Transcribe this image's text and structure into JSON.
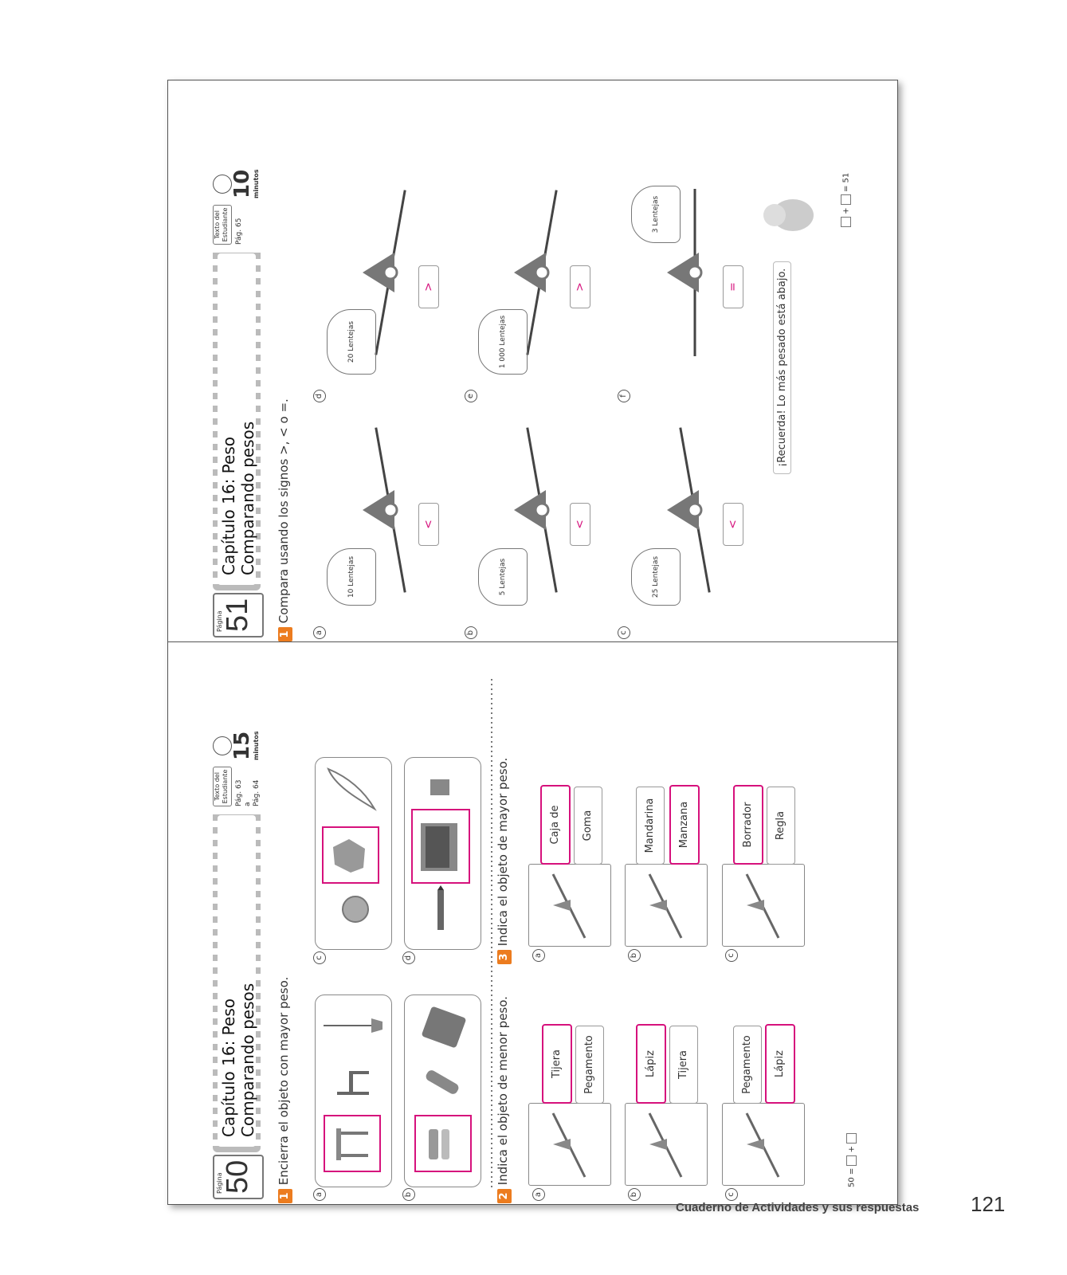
{
  "left_page": {
    "page_label": "Página",
    "page_number": "50",
    "chapter": "Capítulo 16: Peso",
    "subtitle": "Comparando pesos",
    "book_label": "Texto del Estudiante",
    "book_ref": [
      "Pág. 63",
      "a",
      "Pág. 64"
    ],
    "minutes": "15",
    "minutes_label": "minutos",
    "ex1": {
      "number": "1",
      "instruction": "Encierra el objeto con mayor peso.",
      "items": [
        "a",
        "b",
        "c",
        "d"
      ]
    },
    "ex2": {
      "number": "2",
      "instruction": "Indica el objeto de menor peso.",
      "rows": [
        {
          "letter": "a",
          "options": [
            "Tijera",
            "Pegamento"
          ],
          "selected": 0
        },
        {
          "letter": "b",
          "options": [
            "Lápiz",
            "Tijera"
          ],
          "selected": 0
        },
        {
          "letter": "c",
          "options": [
            "Pegamento",
            "Lápiz"
          ],
          "selected": 1
        }
      ]
    },
    "ex3": {
      "number": "3",
      "instruction": "Indica el objeto de mayor peso.",
      "rows": [
        {
          "letter": "a",
          "options": [
            "Caja de lápices",
            "Goma"
          ],
          "selected": 0
        },
        {
          "letter": "b",
          "options": [
            "Mandarina",
            "Manzana"
          ],
          "selected": 1
        },
        {
          "letter": "c",
          "options": [
            "Borrador",
            "Regla"
          ],
          "selected": 0
        }
      ]
    },
    "corner": [
      "50 =",
      "+"
    ]
  },
  "right_page": {
    "page_label": "Página",
    "page_number": "51",
    "chapter": "Capítulo 16: Peso",
    "subtitle": "Comparando pesos",
    "book_label": "Texto del Estudiante",
    "book_ref": [
      "Pág. 65"
    ],
    "minutes": "10",
    "minutes_label": "minutos",
    "ex1": {
      "number": "1",
      "instruction": "Compara usando los signos >, < o =.",
      "items": [
        {
          "letter": "a",
          "bag": "10 Lentejas",
          "sign": "<"
        },
        {
          "letter": "b",
          "bag": "5 Lentejas",
          "sign": "<"
        },
        {
          "letter": "c",
          "bag": "25 Lentejas",
          "sign": "<"
        },
        {
          "letter": "d",
          "bag": "20 Lentejas",
          "sign": ">"
        },
        {
          "letter": "e",
          "bag": "1 000 Lentejas",
          "sign": ">"
        },
        {
          "letter": "f",
          "bag": "3 Lentejas",
          "sign": "="
        }
      ]
    },
    "note": "¡Recuerda! Lo más pesado está abajo.",
    "corner": [
      "+",
      "= 51"
    ]
  },
  "footer": {
    "text": "Cuaderno de Actividades y sus respuestas",
    "page": "121"
  }
}
